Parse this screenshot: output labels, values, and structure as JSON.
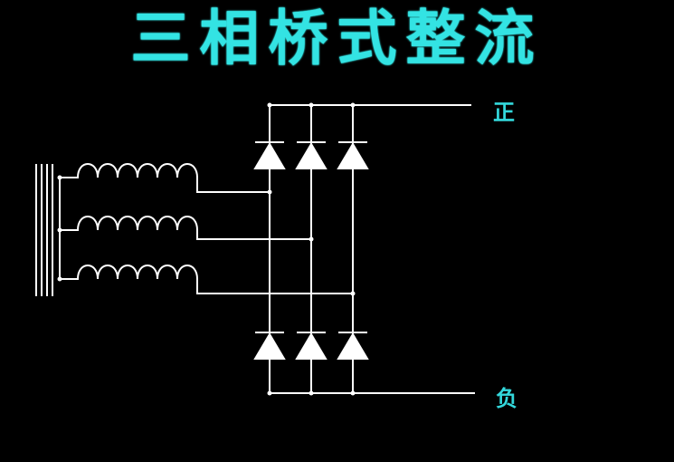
{
  "diagram": {
    "title": "三相桥式整流",
    "positive_label": "正",
    "negative_label": "负"
  },
  "colors": {
    "background": "#000000",
    "title": "#33e3e3",
    "labels": "#33d8dc",
    "circuit": "#ffffff"
  }
}
